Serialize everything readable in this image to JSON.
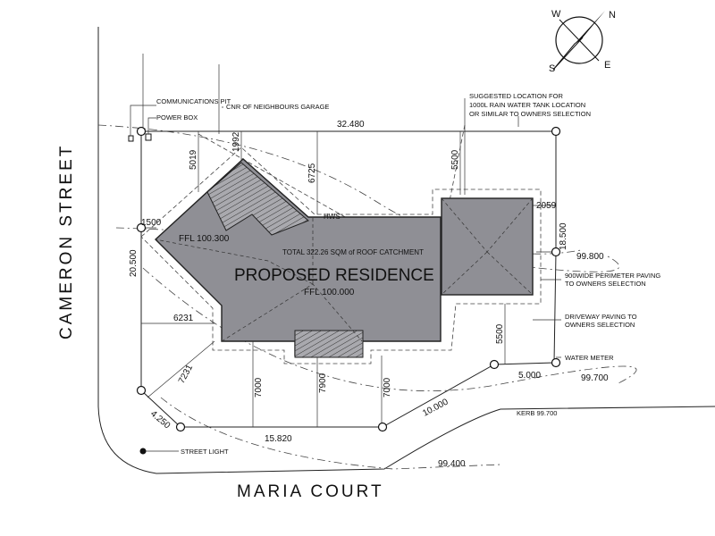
{
  "streets": {
    "cameron": "CAMERON   STREET",
    "maria": "MARIA   COURT"
  },
  "labels": {
    "communications_pit": "COMMUNICATIONS PIT",
    "power_box": "POWER BOX",
    "neighbours_garage": "CNR OF NEIGHBOURS GARAGE",
    "tank_note_1": "SUGGESTED LOCATION FOR",
    "tank_note_2": "1000L RAIN WATER TANK LOCATION",
    "tank_note_3": "OR SIMILAR TO OWNERS SELECTION",
    "hws": "HWS",
    "roof_catchment": "TOTAL 322.26 SQM of ROOF CATCHMENT",
    "proposed_residence": "PROPOSED RESIDENCE",
    "ffl_upper": "FFL 100.300",
    "ffl_lower": "FFL 100.000",
    "perimeter_paving_1": "900WIDE PERIMETER PAVING",
    "perimeter_paving_2": "TO OWNERS SELECTION",
    "driveway_paving_1": "DRIVEWAY PAVING TO",
    "driveway_paving_2": "OWNERS SELECTION",
    "water_meter": "WATER METER",
    "kerb": "KERB 99.700",
    "street_light": "STREET LIGHT"
  },
  "dimensions": {
    "top_boundary": "32.480",
    "right_boundary": "18.500",
    "left_boundary": "20.500",
    "bottom_boundary": "15.820",
    "front_angled": "10.000",
    "corner_cut": "4.250",
    "front_right": "5.000",
    "d_1500": "1500",
    "d_5019": "5019",
    "d_1992": "1992",
    "d_6725": "6725",
    "d_5500_top": "5500",
    "d_2059": "2059",
    "d_6231": "6231",
    "d_7231": "7231",
    "d_7000_a": "7000",
    "d_7900": "7900",
    "d_7000_b": "7000",
    "d_5500_right": "5500"
  },
  "levels": {
    "l_99800": "99.800",
    "l_99700": "99.700",
    "l_99400": "99.400"
  },
  "compass": {
    "n": "N",
    "s": "S",
    "e": "E",
    "w": "W"
  }
}
